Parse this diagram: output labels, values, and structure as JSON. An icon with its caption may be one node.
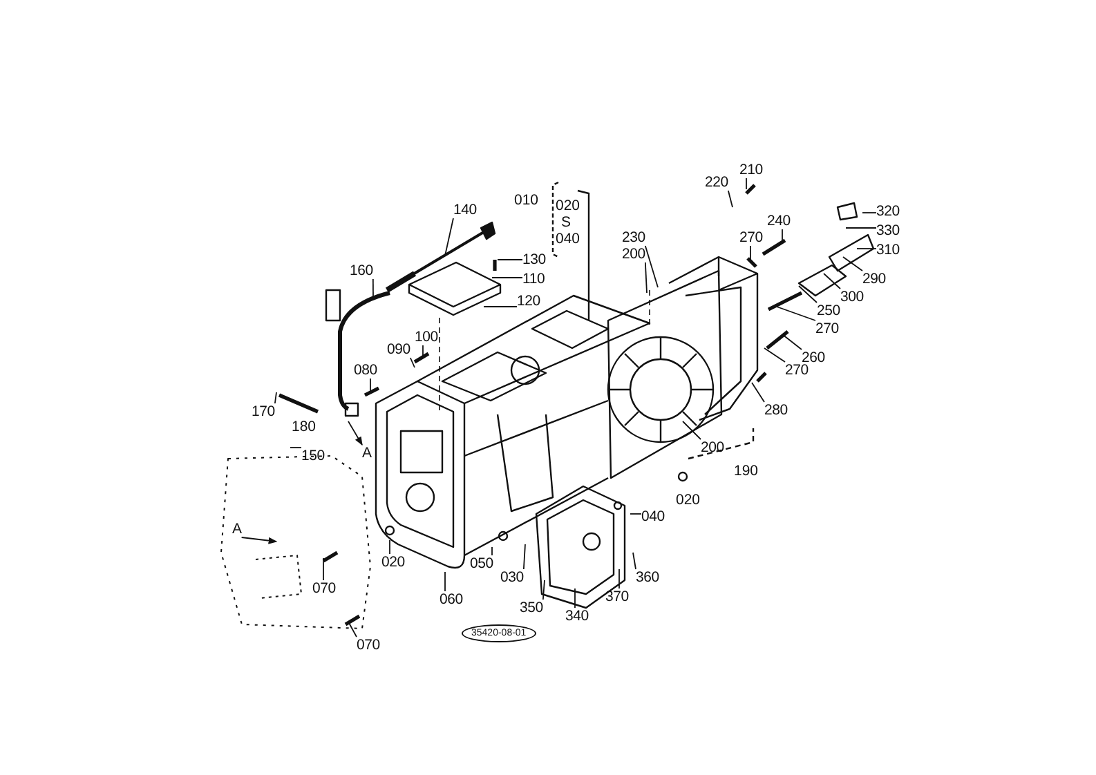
{
  "diagram": {
    "nodes": [
      {
        "text": [
          "140"
        ]
      },
      {
        "text": [
          "160"
        ]
      },
      {
        "text": [
          "130"
        ]
      },
      {
        "text": [
          "110"
        ]
      },
      {
        "text": [
          "120"
        ]
      },
      {
        "text": [
          "100"
        ]
      },
      {
        "text": [
          "090"
        ]
      },
      {
        "text": [
          "080"
        ]
      },
      {
        "text": [
          "170"
        ]
      },
      {
        "text": [
          "150"
        ]
      },
      {
        "text": [
          "A"
        ]
      },
      {
        "text": [
          "230"
        ]
      },
      {
        "text": [
          "200"
        ]
      },
      {
        "text": [
          "220"
        ]
      },
      {
        "text": [
          "210"
        ]
      },
      {
        "text": [
          "240"
        ]
      },
      {
        "text": [
          "270"
        ]
      },
      {
        "text": [
          "320"
        ]
      },
      {
        "text": [
          "330"
        ]
      },
      {
        "text": [
          "310"
        ]
      },
      {
        "text": [
          "290"
        ]
      },
      {
        "text": [
          "300"
        ]
      },
      {
        "text": [
          "250"
        ]
      },
      {
        "text": [
          "270"
        ]
      },
      {
        "text": [
          "260"
        ]
      },
      {
        "text": [
          "270"
        ]
      },
      {
        "text": [
          "280"
        ]
      },
      {
        "text": [
          "200"
        ]
      },
      {
        "text": [
          "040"
        ]
      },
      {
        "text": [
          "A"
        ]
      },
      {
        "text": [
          "070"
        ]
      },
      {
        "text": [
          "020"
        ]
      },
      {
        "text": [
          "050"
        ]
      },
      {
        "text": [
          "030"
        ]
      },
      {
        "text": [
          "350"
        ]
      },
      {
        "text": [
          "060"
        ]
      },
      {
        "text": [
          "370"
        ]
      },
      {
        "text": [
          "360"
        ]
      },
      {
        "text": [
          "340"
        ]
      },
      {
        "text": [
          "070"
        ]
      }
    ],
    "edges": [
      {
        "from": 0,
        "to": null,
        "arrow": "none"
      },
      {
        "from": 1,
        "to": null,
        "arrow": "none"
      },
      {
        "from": 2,
        "to": null,
        "arrow": "none"
      },
      {
        "from": 3,
        "to": null,
        "arrow": "none"
      },
      {
        "from": 4,
        "to": null,
        "arrow": "none"
      },
      {
        "from": 5,
        "to": null,
        "arrow": "none"
      },
      {
        "from": 6,
        "to": null,
        "arrow": "none"
      },
      {
        "from": 7,
        "to": null,
        "arrow": "none"
      },
      {
        "from": 8,
        "to": null,
        "arrow": "none"
      },
      {
        "from": 9,
        "to": null,
        "arrow": "none"
      },
      {
        "from": null,
        "to": 10,
        "arrow": "to"
      },
      {
        "from": 11,
        "to": null,
        "arrow": "none"
      },
      {
        "from": 12,
        "to": null,
        "arrow": "none"
      },
      {
        "from": 13,
        "to": null,
        "arrow": "none"
      },
      {
        "from": 14,
        "to": null,
        "arrow": "none"
      },
      {
        "from": 15,
        "to": null,
        "arrow": "none"
      },
      {
        "from": 16,
        "to": null,
        "arrow": "none"
      },
      {
        "from": 17,
        "to": null,
        "arrow": "none"
      },
      {
        "from": 18,
        "to": null,
        "arrow": "none"
      },
      {
        "from": 19,
        "to": null,
        "arrow": "none"
      },
      {
        "from": 20,
        "to": null,
        "arrow": "none"
      },
      {
        "from": 21,
        "to": null,
        "arrow": "none"
      },
      {
        "from": 22,
        "to": null,
        "arrow": "none"
      },
      {
        "from": 23,
        "to": null,
        "arrow": "none"
      },
      {
        "from": 24,
        "to": null,
        "arrow": "none"
      },
      {
        "from": 25,
        "to": null,
        "arrow": "none"
      },
      {
        "from": 26,
        "to": null,
        "arrow": "none"
      },
      {
        "from": 27,
        "to": null,
        "arrow": "none"
      },
      {
        "from": 28,
        "to": null,
        "arrow": "none"
      },
      {
        "from": 29,
        "to": null,
        "arrow": "to"
      },
      {
        "from": 30,
        "to": null,
        "arrow": "none"
      },
      {
        "from": 31,
        "to": null,
        "arrow": "none"
      },
      {
        "from": 32,
        "to": null,
        "arrow": "none"
      },
      {
        "from": 33,
        "to": null,
        "arrow": "none"
      },
      {
        "from": 34,
        "to": null,
        "arrow": "none"
      },
      {
        "from": 35,
        "to": null,
        "arrow": "none"
      },
      {
        "from": 36,
        "to": null,
        "arrow": "none"
      },
      {
        "from": 37,
        "to": null,
        "arrow": "none"
      },
      {
        "from": 38,
        "to": null,
        "arrow": "none"
      },
      {
        "from": 39,
        "to": null,
        "arrow": "none"
      }
    ],
    "labels": [
      "010",
      "020",
      "S",
      "040",
      "180",
      "190",
      "020",
      "35420-08-01"
    ]
  }
}
